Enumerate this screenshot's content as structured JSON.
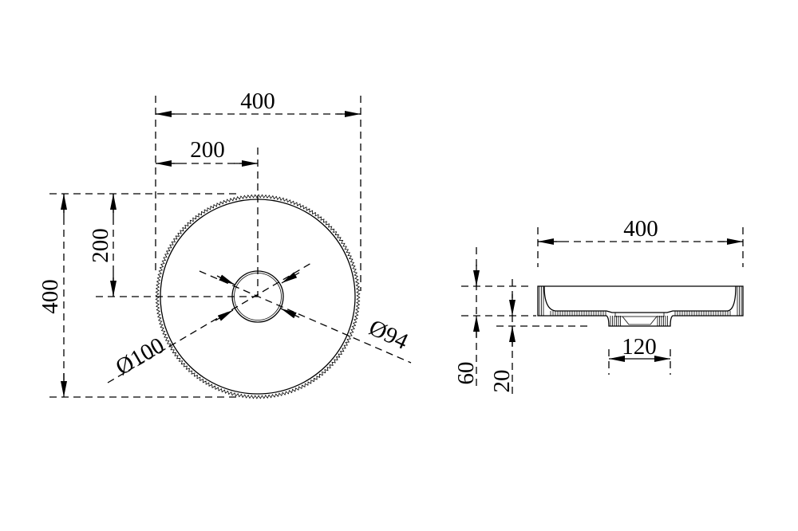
{
  "top_view": {
    "width_label": "400",
    "half_width_label": "200",
    "height_label": "400",
    "half_height_label": "200",
    "drain_outer_label": "Ø100",
    "drain_inner_label": "Ø94"
  },
  "side_view": {
    "width_label": "400",
    "height_label": "60",
    "drain_height_label": "20",
    "drain_width_label": "120"
  },
  "colors": {
    "line": "#000000",
    "background": "#ffffff"
  }
}
